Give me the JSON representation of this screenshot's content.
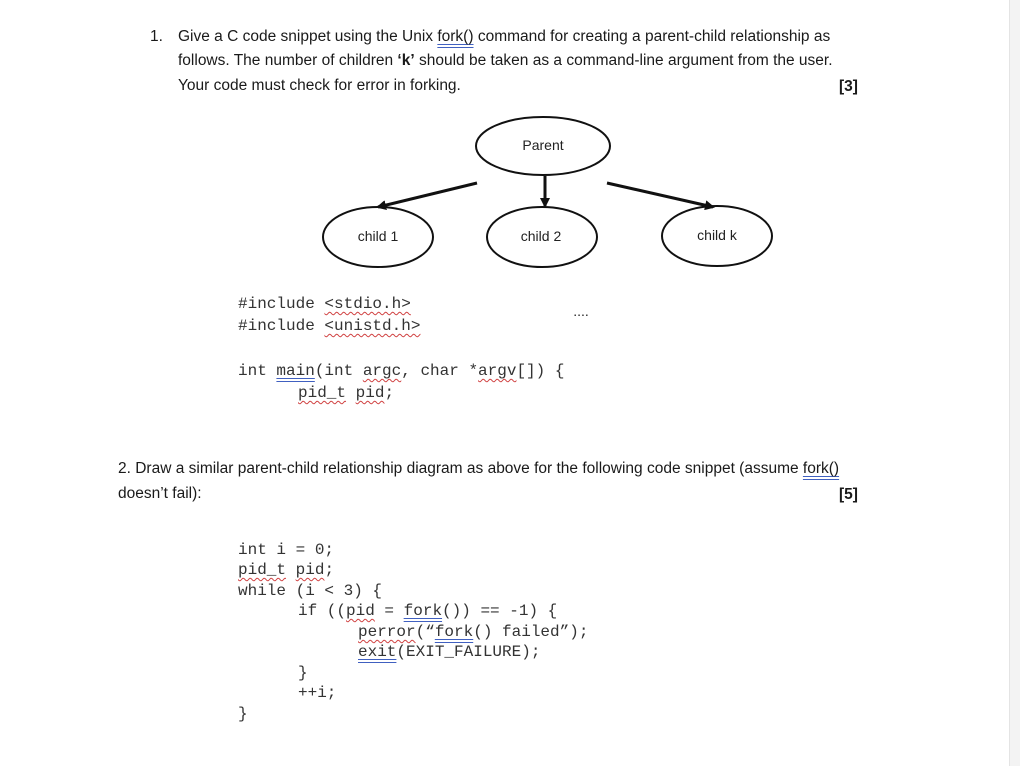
{
  "q1": {
    "number": "1.",
    "line1_pre": "Give a C code snippet using the Unix ",
    "line1_fork": "fork()",
    "line1_post": " command for creating a parent-child relationship as",
    "line2_pre": "follows. The number of children ",
    "line2_k": "‘k’",
    "line2_post": " should be taken as a command-line argument from the user.",
    "line3": "Your code must check for error in forking.",
    "marks": "[3]"
  },
  "diagram": {
    "parent": "Parent",
    "child1": "child 1",
    "child2": "child 2",
    "childk": "child k",
    "ellipsis": "...."
  },
  "code1": {
    "inc1_pre": "#include ",
    "inc1_file": "<stdio.h>",
    "inc2_pre": "#include ",
    "inc2_file": "<unistd.h>",
    "main_a": "int ",
    "main_b": "main",
    "main_c": "(int ",
    "main_d": "argc",
    "main_e": ", char *",
    "main_f": "argv",
    "main_g": "[]) {",
    "pid_a": "pid_t",
    "pid_b": " ",
    "pid_c": "pid",
    "pid_d": ";"
  },
  "q2": {
    "line1_pre": "2. Draw a similar parent-child relationship diagram as above for the following code snippet (assume ",
    "line1_fork": "fork()",
    "line2": "doesn’t fail):",
    "marks": "[5]"
  },
  "code2": {
    "l1": "int i = 0;",
    "l2_a": "pid_t",
    "l2_b": " ",
    "l2_c": "pid",
    "l2_d": ";",
    "l3": "while (i < 3) {",
    "l4_a": "if ((",
    "l4_b": "pid",
    "l4_c": " = ",
    "l4_d": "fork",
    "l4_e": "()) == -1) {",
    "l5_a": "perror",
    "l5_b": "(“",
    "l5_c": "fork",
    "l5_d": "() failed”);",
    "l6_a": "exit",
    "l6_b": "(EXIT_FAILURE);",
    "l7": "}",
    "l8": "++i;",
    "l9": "}"
  }
}
